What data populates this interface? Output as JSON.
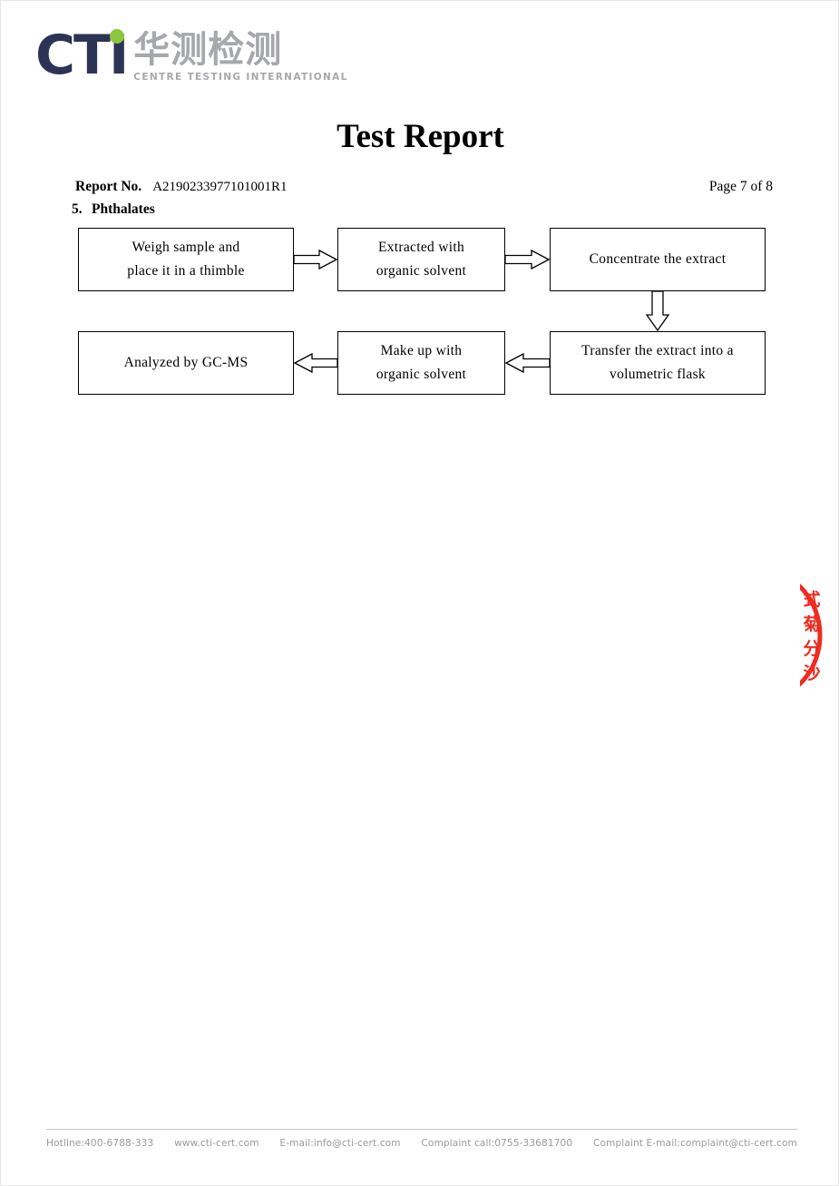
{
  "logo": {
    "mark_text": "CTI",
    "cn_text": "华测检测",
    "tagline": "CENTRE TESTING INTERNATIONAL",
    "mark_color": "#2c3355",
    "dot_color": "#8cc63f",
    "cn_color": "#a6a8ab"
  },
  "document": {
    "title": "Test Report"
  },
  "meta": {
    "report_no_label": "Report No.",
    "report_no_value": "A2190233977101001R1",
    "page_indicator": "Page 7 of 8"
  },
  "section": {
    "number": "5.",
    "title": "Phthalates"
  },
  "flowchart": {
    "type": "process-flow",
    "boxes": [
      {
        "id": "box-1",
        "lines": [
          "Weigh sample and",
          "place it in a thimble"
        ]
      },
      {
        "id": "box-2",
        "lines": [
          "Extracted with",
          "organic solvent"
        ]
      },
      {
        "id": "box-3",
        "lines": [
          "Concentrate the extract"
        ]
      },
      {
        "id": "box-4",
        "lines": [
          "Analyzed by GC-MS"
        ]
      },
      {
        "id": "box-5",
        "lines": [
          "Make up with",
          "organic solvent"
        ]
      },
      {
        "id": "box-6",
        "lines": [
          "Transfer the extract into a",
          "volumetric flask"
        ]
      }
    ],
    "arrows": [
      {
        "id": "arrow-1",
        "from": "box-1",
        "to": "box-2",
        "direction": "right"
      },
      {
        "id": "arrow-2",
        "from": "box-2",
        "to": "box-3",
        "direction": "right"
      },
      {
        "id": "arrow-3",
        "from": "box-3",
        "to": "box-6",
        "direction": "down"
      },
      {
        "id": "arrow-4",
        "from": "box-6",
        "to": "box-5",
        "direction": "left"
      },
      {
        "id": "arrow-5",
        "from": "box-5",
        "to": "box-4",
        "direction": "left"
      }
    ]
  },
  "seal": {
    "characters": "式菊分沙",
    "color": "#ee2c20"
  },
  "footer": {
    "items": [
      "Hotline:400-6788-333",
      "www.cti-cert.com",
      "E-mail:info@cti-cert.com",
      "Complaint call:0755-33681700",
      "Complaint E-mail:complaint@cti-cert.com"
    ]
  }
}
